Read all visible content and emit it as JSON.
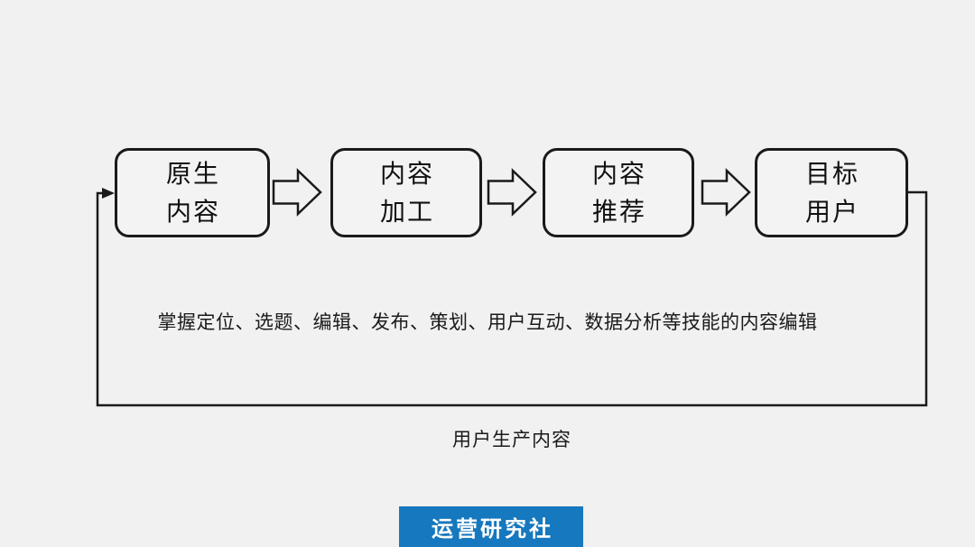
{
  "diagram": {
    "boxes": [
      {
        "name": "native-content",
        "lines": [
          "原生",
          "内容"
        ]
      },
      {
        "name": "content-processing",
        "lines": [
          "内容",
          "加工"
        ]
      },
      {
        "name": "content-recommend",
        "lines": [
          "内容",
          "推荐"
        ]
      },
      {
        "name": "target-user",
        "lines": [
          "目标",
          "用户"
        ]
      }
    ],
    "skill_caption": "掌握定位、选题、编辑、发布、策划、用户互动、数据分析等技能的内容编辑",
    "loop_label": "用户生产内容"
  },
  "footer": {
    "brand": "运营研究社"
  },
  "colors": {
    "background": "#f1f1f1",
    "line": "#1a1a1a",
    "brand_blue": "#1678be",
    "brand_text": "#ffffff"
  }
}
